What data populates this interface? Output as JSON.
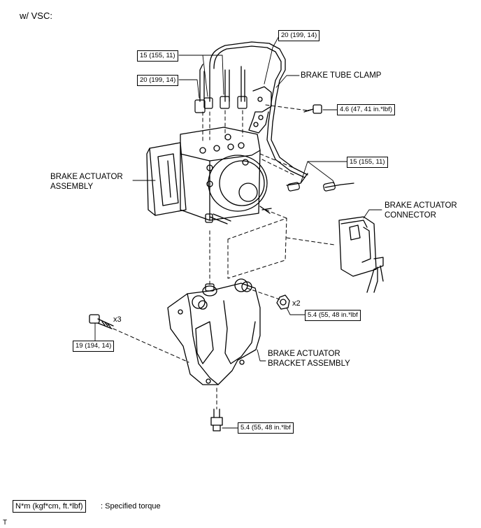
{
  "header": {
    "condition": "w/ VSC:"
  },
  "parts": {
    "brake_tube_clamp": "BRAKE TUBE CLAMP",
    "actuator_line1": "BRAKE ACTUATOR",
    "actuator_line2": "ASSEMBLY",
    "connector_line1": "BRAKE ACTUATOR",
    "connector_line2": "CONNECTOR",
    "bracket_line1": "BRAKE ACTUATOR",
    "bracket_line2": "BRACKET ASSEMBLY"
  },
  "torques": {
    "tube_clamp_nut": "20 (199, 14)",
    "tube_upper": "15 (155, 11)",
    "tube_left": "20 (199, 14)",
    "clamp_bolt": "4.6 (47, 41 in.*lbf)",
    "tube_right": "15 (155, 11)",
    "actuator_nut": "5.4 (55, 48 in.*lbf",
    "bracket_bolt": "19 (194, 14)",
    "lower_bolt": "5.4 (55, 48 in.*lbf"
  },
  "quantities": {
    "nut_qty": "x2",
    "bolt_qty": "x3"
  },
  "legend": {
    "unit": "N*m (kgf*cm, ft.*lbf)",
    "description": ": Specified torque"
  },
  "footer": {
    "mark": "T"
  }
}
